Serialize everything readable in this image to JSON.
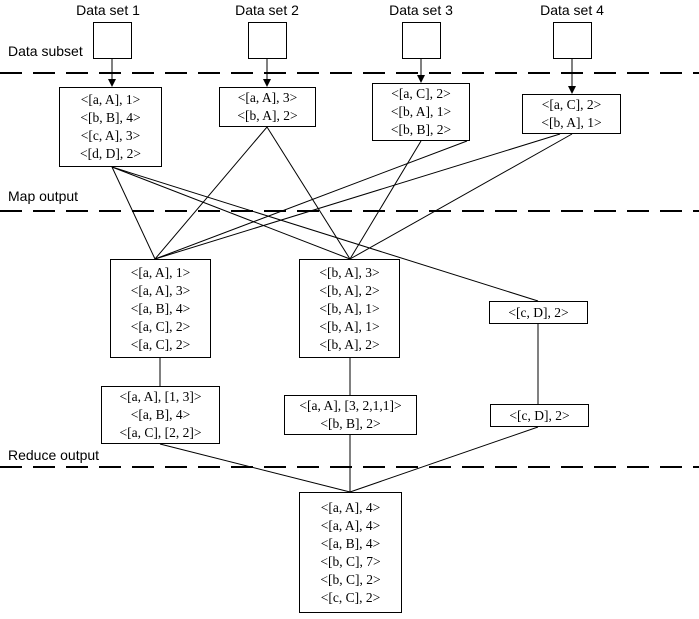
{
  "columns": [
    "Data set 1",
    "Data set 2",
    "Data set 3",
    "Data set 4"
  ],
  "stages": {
    "data_subset": "Data subset",
    "map_output": "Map output",
    "reduce_output": "Reduce output"
  },
  "map_boxes": [
    [
      "<[a, A], 1>",
      "<[b, B], 4>",
      "<[c, A], 3>",
      "<[d, D], 2>"
    ],
    [
      "<[a, A], 3>",
      "<[b, A], 2>"
    ],
    [
      "<[a, C], 2>",
      "<[b, A], 1>",
      "<[b, B], 2>"
    ],
    [
      "<[a, C], 2>",
      "<[b, A], 1>"
    ]
  ],
  "shuffle_boxes": [
    [
      "<[a, A], 1>",
      "<[a, A], 3>",
      "<[a, B], 4>",
      "<[a, C], 2>",
      "<[a, C], 2>"
    ],
    [
      "<[b, A], 3>",
      "<[b, A], 2>",
      "<[b, A], 1>",
      "<[b, A], 1>",
      "<[b, A], 2>"
    ],
    [
      "<[c, D], 2>"
    ]
  ],
  "combine_boxes": [
    [
      "<[a, A], [1, 3]>",
      "<[a, B], 4>",
      "<[a, C], [2, 2]>"
    ],
    [
      "<[a, A], [3, 2,1,1]>",
      "<[b, B], 2>"
    ],
    [
      "<[c, D], 2>"
    ]
  ],
  "final_box": [
    "<[a, A], 4>",
    "<[a, A], 4>",
    "<[a, B], 4>",
    "<[b, C], 7>",
    "<[b, C], 2>",
    "<[c, C], 2>"
  ]
}
